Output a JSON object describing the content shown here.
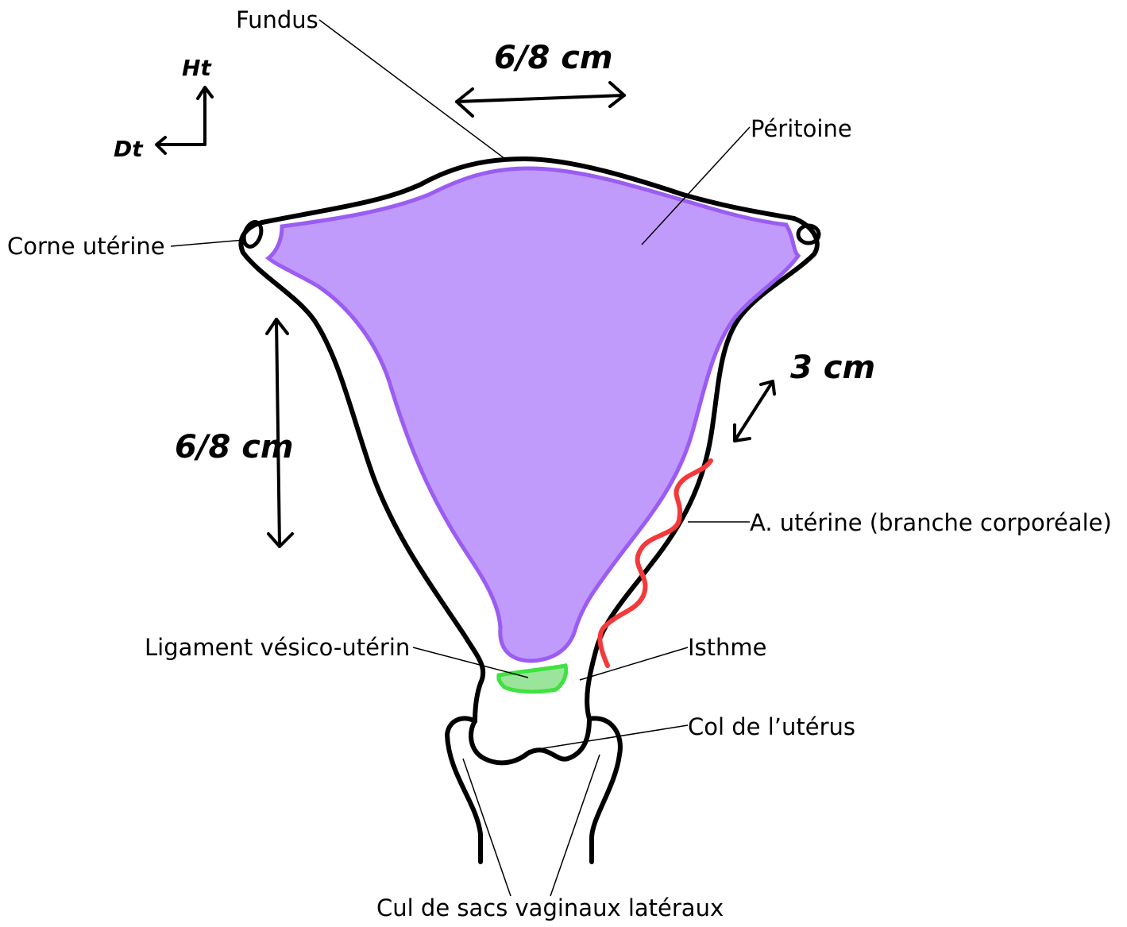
{
  "labels": {
    "fundus": "Fundus",
    "peritoine": "Péritoine",
    "corne": "Corne utérine",
    "artere": "A. utérine (branche corporéale)",
    "ligament": "Ligament vésico-utérin",
    "isthme": "Isthme",
    "col": "Col de l’utérus",
    "culdesac": "Cul de sacs vaginaux latéraux"
  },
  "measurements": {
    "width": "6/8 cm",
    "height": "6/8 cm",
    "isthmus_length": "3 cm"
  },
  "orientation": {
    "up": "Ht",
    "right": "Dt"
  },
  "colors": {
    "peritoine_fill": "#c09bfb",
    "peritoine_stroke": "#9a5cf2",
    "artery": "#f4393b",
    "ligament_fill": "#9be49b",
    "ligament_stroke": "#3fe23f",
    "outline": "#000000"
  }
}
